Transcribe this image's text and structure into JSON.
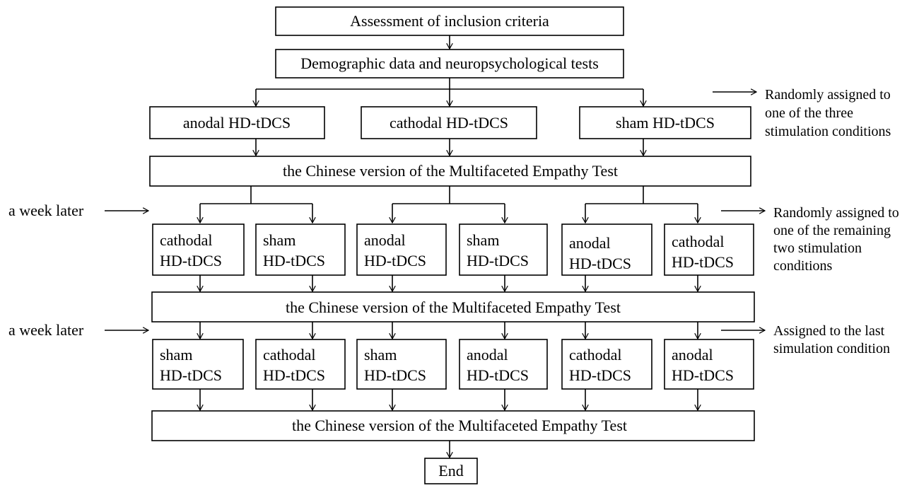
{
  "flowchart": {
    "step_1": "Assessment of inclusion criteria",
    "step_2": "Demographic data and neuropsychological tests",
    "first_session": {
      "groups": [
        "anodal HD-tDCS",
        "cathodal HD-tDCS",
        "sham HD-tDCS"
      ],
      "note": [
        "Randomly assigned to",
        "one of the three",
        "stimulation conditions"
      ]
    },
    "test_label": "the Chinese version of the Multifaceted Empathy Test",
    "interval_label": "a week later",
    "second_session": {
      "boxes": [
        [
          "cathodal",
          "HD-tDCS"
        ],
        [
          "sham",
          "HD-tDCS"
        ],
        [
          "anodal",
          "HD-tDCS"
        ],
        [
          "sham",
          "HD-tDCS"
        ],
        [
          "anodal",
          "HD-tDCS"
        ],
        [
          "cathodal",
          "HD-tDCS"
        ]
      ],
      "note": [
        "Randomly assigned to",
        "one of the remaining",
        "two stimulation",
        "conditions"
      ]
    },
    "third_session": {
      "boxes": [
        [
          "sham",
          "HD-tDCS"
        ],
        [
          "cathodal",
          "HD-tDCS"
        ],
        [
          "sham",
          "HD-tDCS"
        ],
        [
          "anodal",
          "HD-tDCS"
        ],
        [
          "cathodal",
          "HD-tDCS"
        ],
        [
          "anodal",
          "HD-tDCS"
        ]
      ],
      "note": [
        "Assigned to the last",
        "simulation condition"
      ]
    },
    "end_label": "End"
  }
}
